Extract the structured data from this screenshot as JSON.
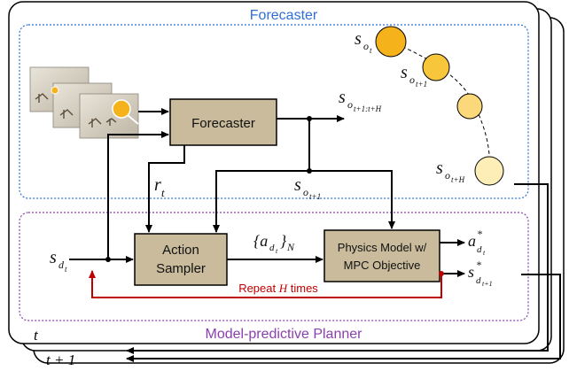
{
  "regions": {
    "forecaster_title": "Forecaster",
    "planner_title": "Model-predictive Planner"
  },
  "blocks": {
    "forecaster": "Forecaster",
    "action_sampler_line1": "Action",
    "action_sampler_line2": "Sampler",
    "physics_line1": "Physics Model w/",
    "physics_line2": "MPC Objective"
  },
  "loop": {
    "repeat_prefix": "Repeat ",
    "repeat_var": "H",
    "repeat_suffix": " times"
  },
  "time_labels": {
    "t": "t",
    "t_plus_1": "t + 1"
  },
  "colors": {
    "block_fill": "#c9bb9b",
    "forecaster_region": "#2f6fd6",
    "planner_region": "#8a3fb0",
    "loop_arrow": "#c00000",
    "orbit_colors": [
      "#f5b21a",
      "#f8c63a",
      "#fbd97a",
      "#fdeeb8"
    ]
  },
  "icons": [
    "camera-frame-stack",
    "trajectory-circles"
  ]
}
